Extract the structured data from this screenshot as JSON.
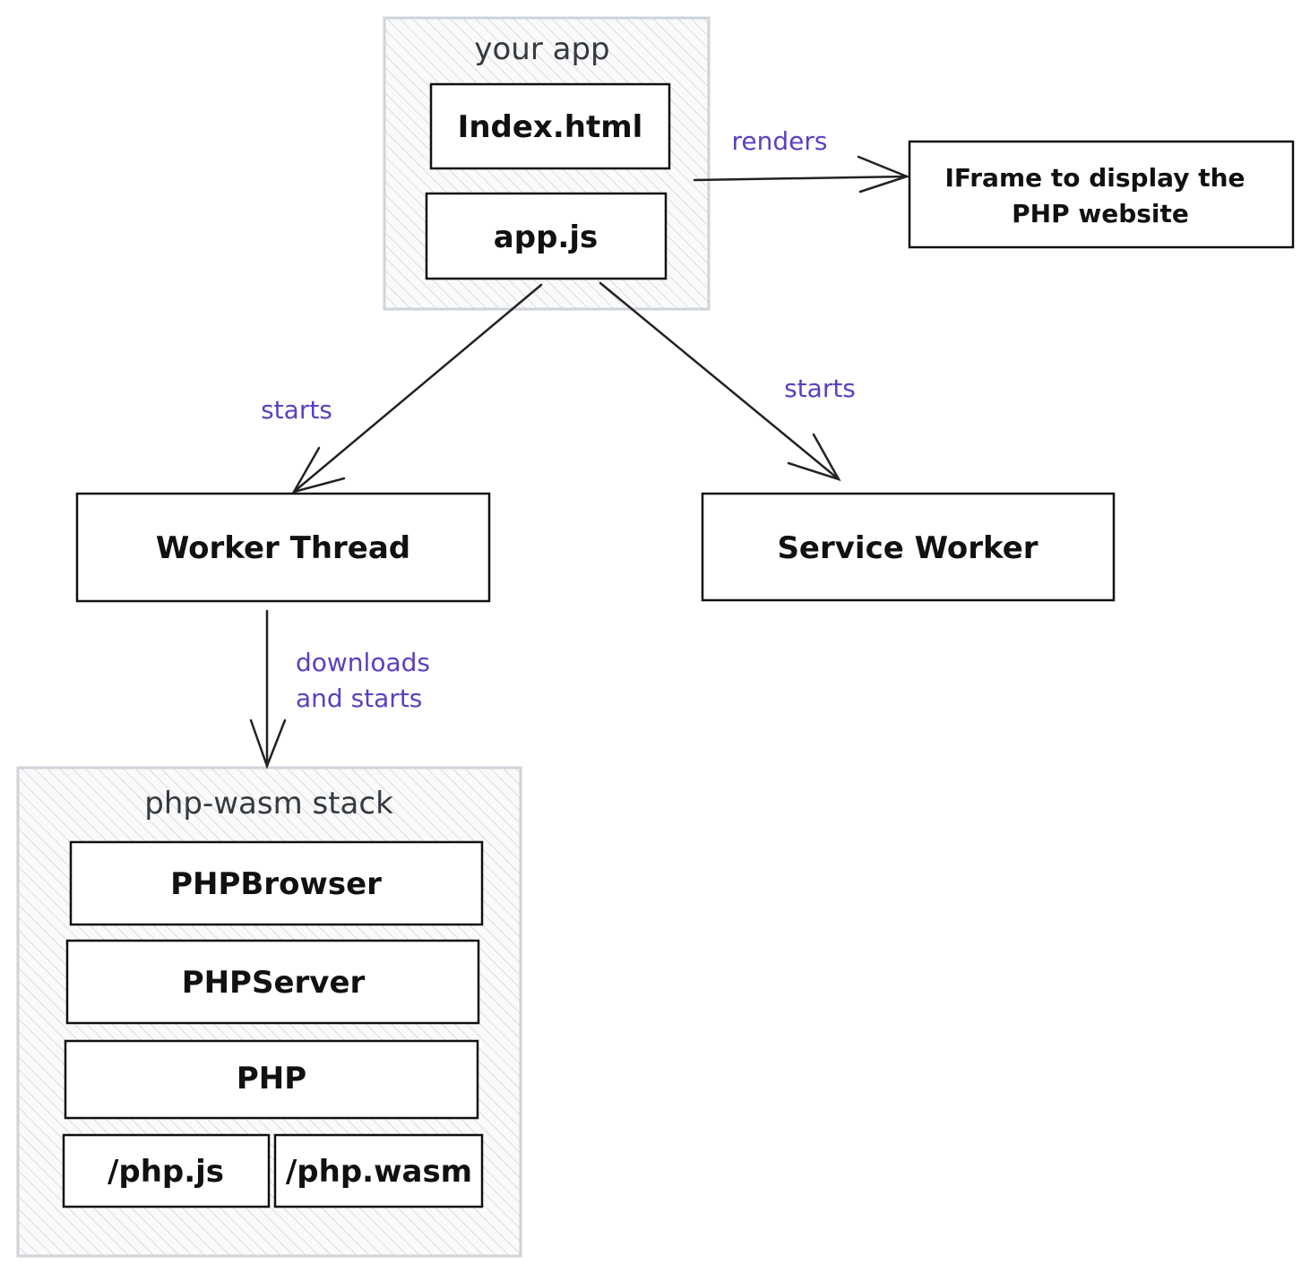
{
  "groups": {
    "your_app": {
      "title": "your app"
    },
    "php_wasm": {
      "title": "php-wasm stack"
    }
  },
  "nodes": {
    "index_html": "Index.html",
    "app_js": "app.js",
    "iframe_line1": "IFrame to display the",
    "iframe_line2": "PHP website",
    "worker_thread": "Worker Thread",
    "service_worker": "Service Worker",
    "php_browser": "PHPBrowser",
    "php_server": "PHPServer",
    "php": "PHP",
    "php_js": "/php.js",
    "php_wasm_file": "/php.wasm"
  },
  "edges": {
    "renders": "renders",
    "starts_worker": "starts",
    "starts_service": "starts",
    "downloads_line1": "downloads",
    "downloads_line2": "and starts"
  },
  "colors": {
    "edge_label": "#5b3fc1",
    "group_border": "#ced4da",
    "hatch": "#dcdcdc"
  }
}
